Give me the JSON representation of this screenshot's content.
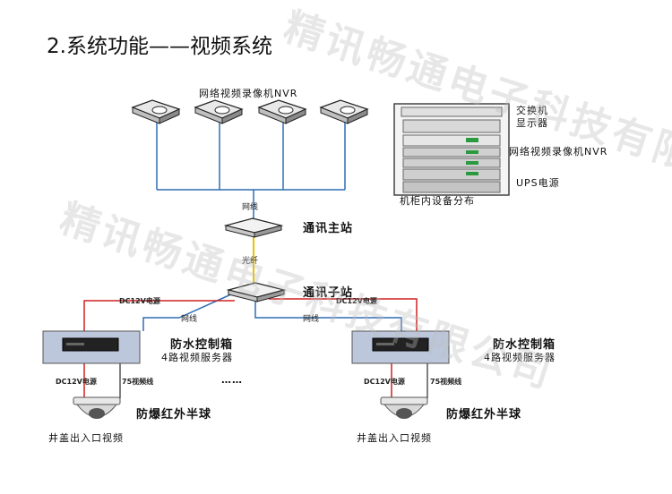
{
  "title": "2.系统功能——视频系统",
  "watermark_text": "精讯畅通电子科技有限公司",
  "watermark_color": "#bdbdbd",
  "nvr_group_label": "网络视频录像机NVR",
  "cabinet": {
    "caption": "机柜内设备分布",
    "labels": [
      "交换机",
      "显示器",
      "网络视频录像机NVR",
      "UPS电源"
    ]
  },
  "links": {
    "net_top": "网线",
    "fiber": "光纤",
    "dc_left": "DC12V电源",
    "dc_right": "DC12V电源",
    "net_left": "网线",
    "net_right": "网线"
  },
  "stations": {
    "main": "通讯主站",
    "sub": "通讯子站"
  },
  "left_box": {
    "title": "防水控制箱",
    "subtitle": "4路视频服务器",
    "dc": "DC12V电源",
    "video": "75视频线",
    "camera": "防爆红外半球",
    "caption": "井盖出入口视频"
  },
  "right_box": {
    "title": "防水控制箱",
    "subtitle": "4路视频服务器",
    "dc": "DC12V电源",
    "video": "75视频线",
    "camera": "防爆红外半球",
    "caption": "井盖出入口视频"
  },
  "ellipsis": "……",
  "colors": {
    "network": "#2f6db5",
    "fiber": "#e8c400",
    "power": "#d02020",
    "box_fill": "#bcc7dc",
    "box_border": "#555555"
  }
}
